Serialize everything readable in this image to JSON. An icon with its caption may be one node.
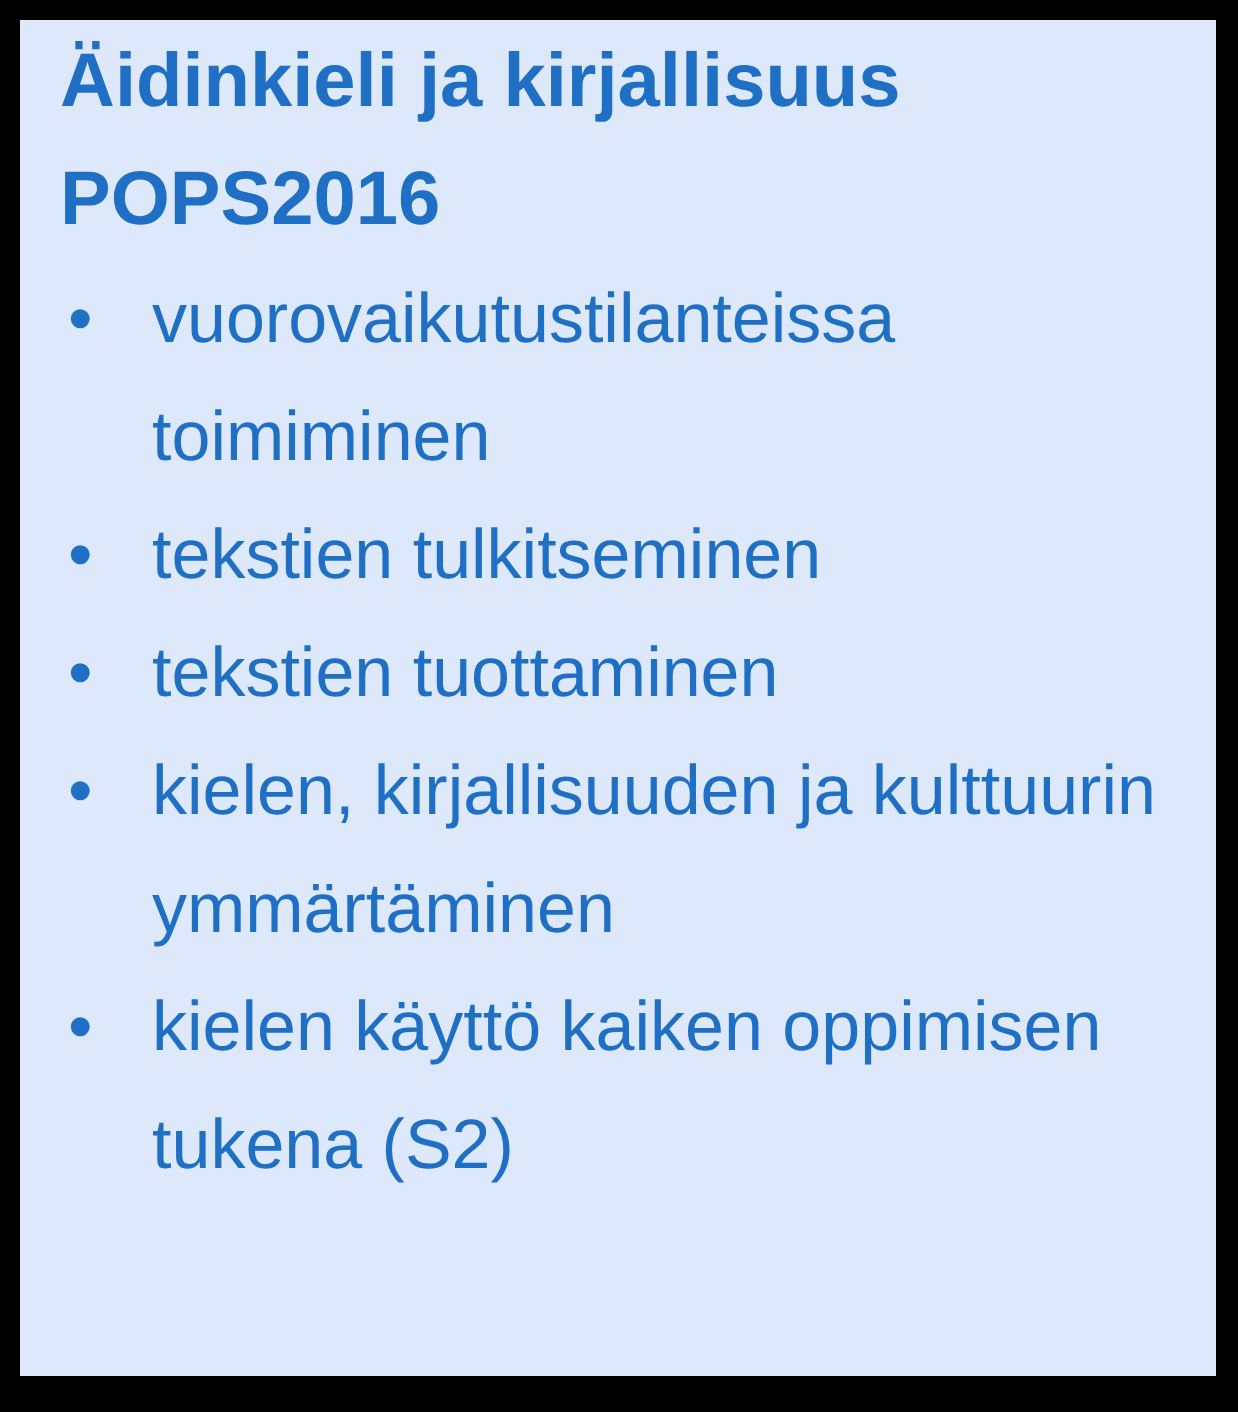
{
  "diagram": {
    "nodes": [
      {
        "text": [
          "Äidinkieli ja kirjallisuus POPS2016",
          "• vuorovaikutustilanteissa toimiminen",
          "• tekstien tulkitseminen",
          "• tekstien tuottaminen",
          "• kielen, kirjallisuuden ja kulttuurin ymmärtäminen",
          "• kielen käyttö kaiken oppimisen tukena (S2)"
        ]
      }
    ]
  }
}
